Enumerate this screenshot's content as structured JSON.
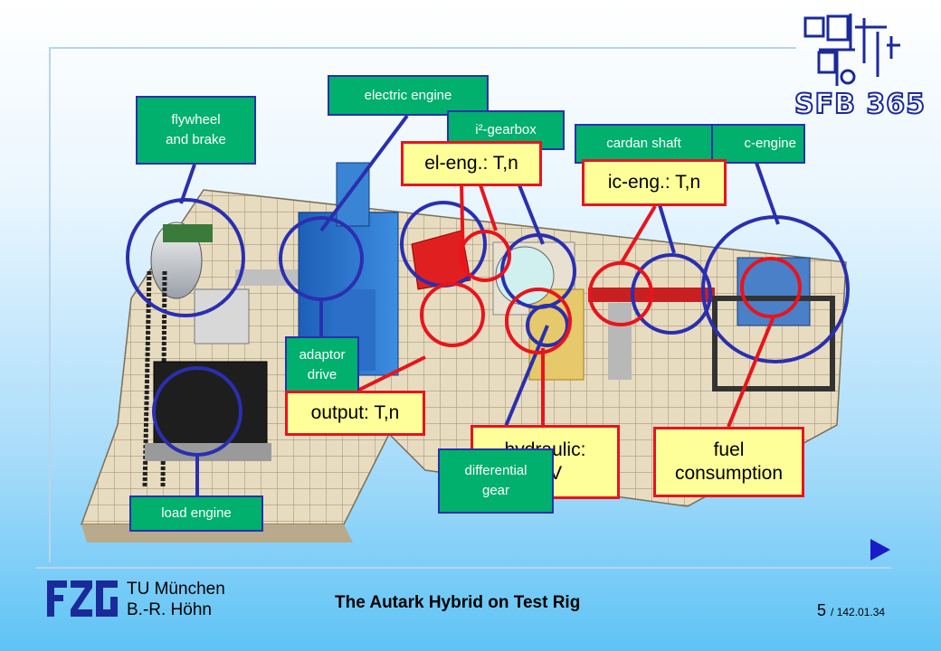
{
  "labels": {
    "electric_engine": "electric engine",
    "flywheel": "flywheel\nand brake",
    "gearbox": "i²-gearbox",
    "cardan": "cardan shaft",
    "ic_engine": "c-engine",
    "adaptor": "adaptor\ndrive",
    "load_engine": "load engine",
    "differential": "differential\ngear",
    "el_eng": "el-eng.: T,n",
    "ic_eng": "ic-eng.: T,n",
    "output": "output: T,n",
    "hydraulic": "hydraulic:\np, V",
    "fuel": "fuel\nconsumption"
  },
  "logo": {
    "sfb": "SFB 365",
    "fzg": "FZG"
  },
  "footer": {
    "university": "TU München",
    "author": "B.-R. Höhn",
    "title": "The Autark Hybrid on Test Rig",
    "page": "5",
    "doc_ref": "/ 142.01.34"
  },
  "colors": {
    "label_green": "#00b06c",
    "label_yellow": "#ffff99",
    "red": "#e8141c",
    "blue": "#2a2fb0"
  }
}
